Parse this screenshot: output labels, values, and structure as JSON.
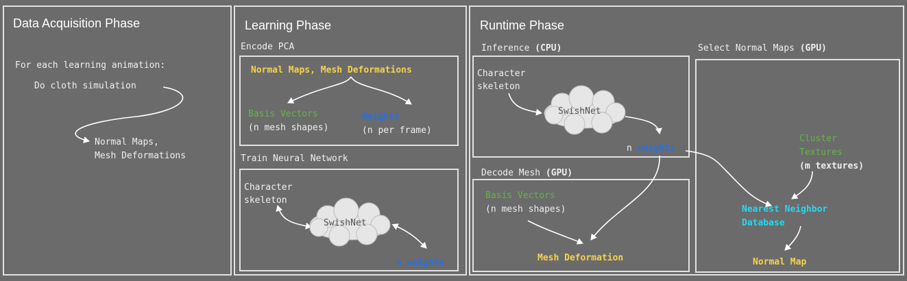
{
  "data_acq": {
    "title": "Data Acquisition Phase",
    "line1": "For each learning animation:",
    "line2": "Do cloth simulation",
    "line3": "Normal Maps,",
    "line4": "Mesh Deformations"
  },
  "learning": {
    "title": "Learning Phase",
    "encode_label": "Encode PCA",
    "encode_input": "Normal Maps, Mesh Deformations",
    "basis_vectors": "Basis Vectors",
    "mesh_shapes": "(n mesh shapes)",
    "weights": "Weights",
    "per_frame": "(n per frame)",
    "train_label": "Train Neural Network",
    "character": "Character",
    "skeleton": "skeleton",
    "swishnet": "SwishNet",
    "n_prefix": "n",
    "weights_lc": "weights"
  },
  "runtime": {
    "title": "Runtime Phase",
    "inference_label": "Inference",
    "cpu": "(CPU)",
    "character": "Character",
    "skeleton": "skeleton",
    "swishnet": "SwishNet",
    "n_prefix": "n",
    "weights_lc": "weights",
    "decode_label": "Decode Mesh",
    "gpu": "(GPU)",
    "basis_vectors": "Basis Vectors",
    "mesh_shapes": "(n mesh shapes)",
    "mesh_deformation": "Mesh Deformation",
    "select_label": "Select Normal Maps",
    "cluster": "Cluster",
    "textures": "Textures",
    "m_textures": "(m textures)",
    "nn_line1": "Nearest Neighbor",
    "nn_line2": "Database",
    "normal_map": "Normal Map"
  },
  "colors": {
    "background": "#6b6b6b",
    "border": "#e2e2e2",
    "yellow": "#f8d24a",
    "green": "#66b34a",
    "blue": "#2f6fd6",
    "cyan": "#24d8f0"
  }
}
